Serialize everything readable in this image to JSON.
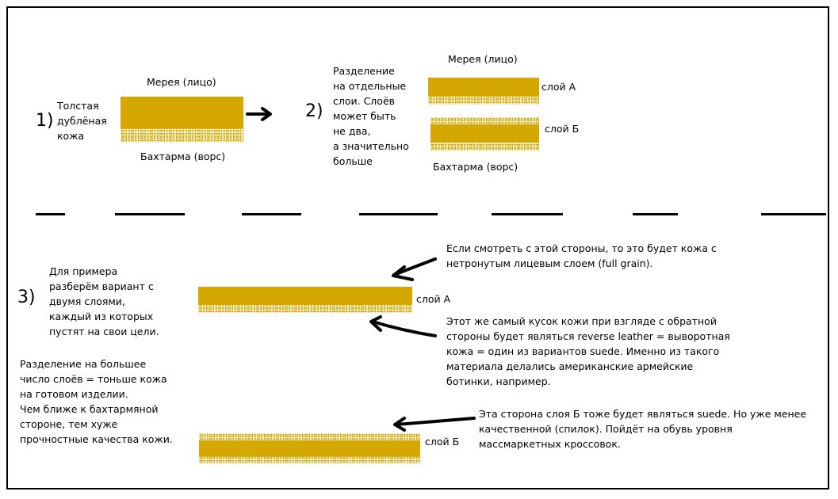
{
  "colors": {
    "leather": "#d4a800",
    "ink": "#000000"
  },
  "section1": {
    "number": "1)",
    "description": "Толстая\nдублёная\nкожа",
    "top_label": "Мерея (лицо)",
    "bottom_label": "Бахтарма (ворс)"
  },
  "section2": {
    "number": "2)",
    "description": "Разделение\nна отдельные\nслои. Слоёв\nможет быть\nне два,\nа значительно\nбольше",
    "top_label": "Мерея (лицо)",
    "layer_a": "слой А",
    "layer_b": "слой Б",
    "bottom_label": "Бахтарма (ворс)"
  },
  "section3": {
    "number": "3)",
    "intro": "Для примера\nразберём вариант с\nдвумя слоями,\nкаждый из которых\nпустят на свои цели.",
    "note": "Разделение на большее\nчисло слоёв = тоньше кожа\nна готовом изделии.\nЧем ближе к бахтармяной\nстороне, тем хуже\nпрочностные качества кожи.",
    "layer_a": "слой А",
    "layer_b": "слой Б",
    "callout_full_grain": "Если смотреть с этой стороны, то это будет кожа с\nнетронутым лицевым слоем (full grain).",
    "callout_reverse": "Этот же самый кусок кожи при взгляде с обратной\nстороны будет являться reverse leather = выворотная\nкожа = один из вариантов suede. Именно из такого\nматериала делались американские армейские\nботинки, например.",
    "callout_split": "Эта сторона слоя Б тоже будет являться suede. Но уже менее\nкачественной (спилок). Пойдёт на обувь уровня\nмассмаркетных кроссовок."
  }
}
